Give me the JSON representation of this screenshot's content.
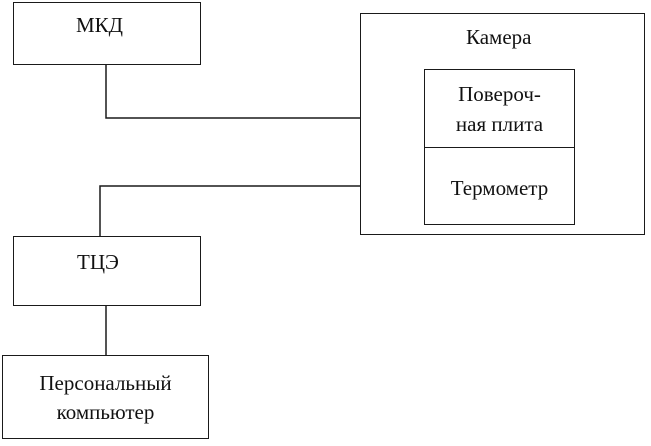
{
  "diagram": {
    "mkd": {
      "label": "МКД"
    },
    "chamber": {
      "label": "Камера",
      "verification_plate": {
        "line1": "Повероч-",
        "line2": "ная плита"
      },
      "thermometer": {
        "label": "Термометр"
      }
    },
    "tce": {
      "label": "ТЦЭ"
    },
    "pc": {
      "line1": "Персональный",
      "line2": "компьютер"
    }
  }
}
